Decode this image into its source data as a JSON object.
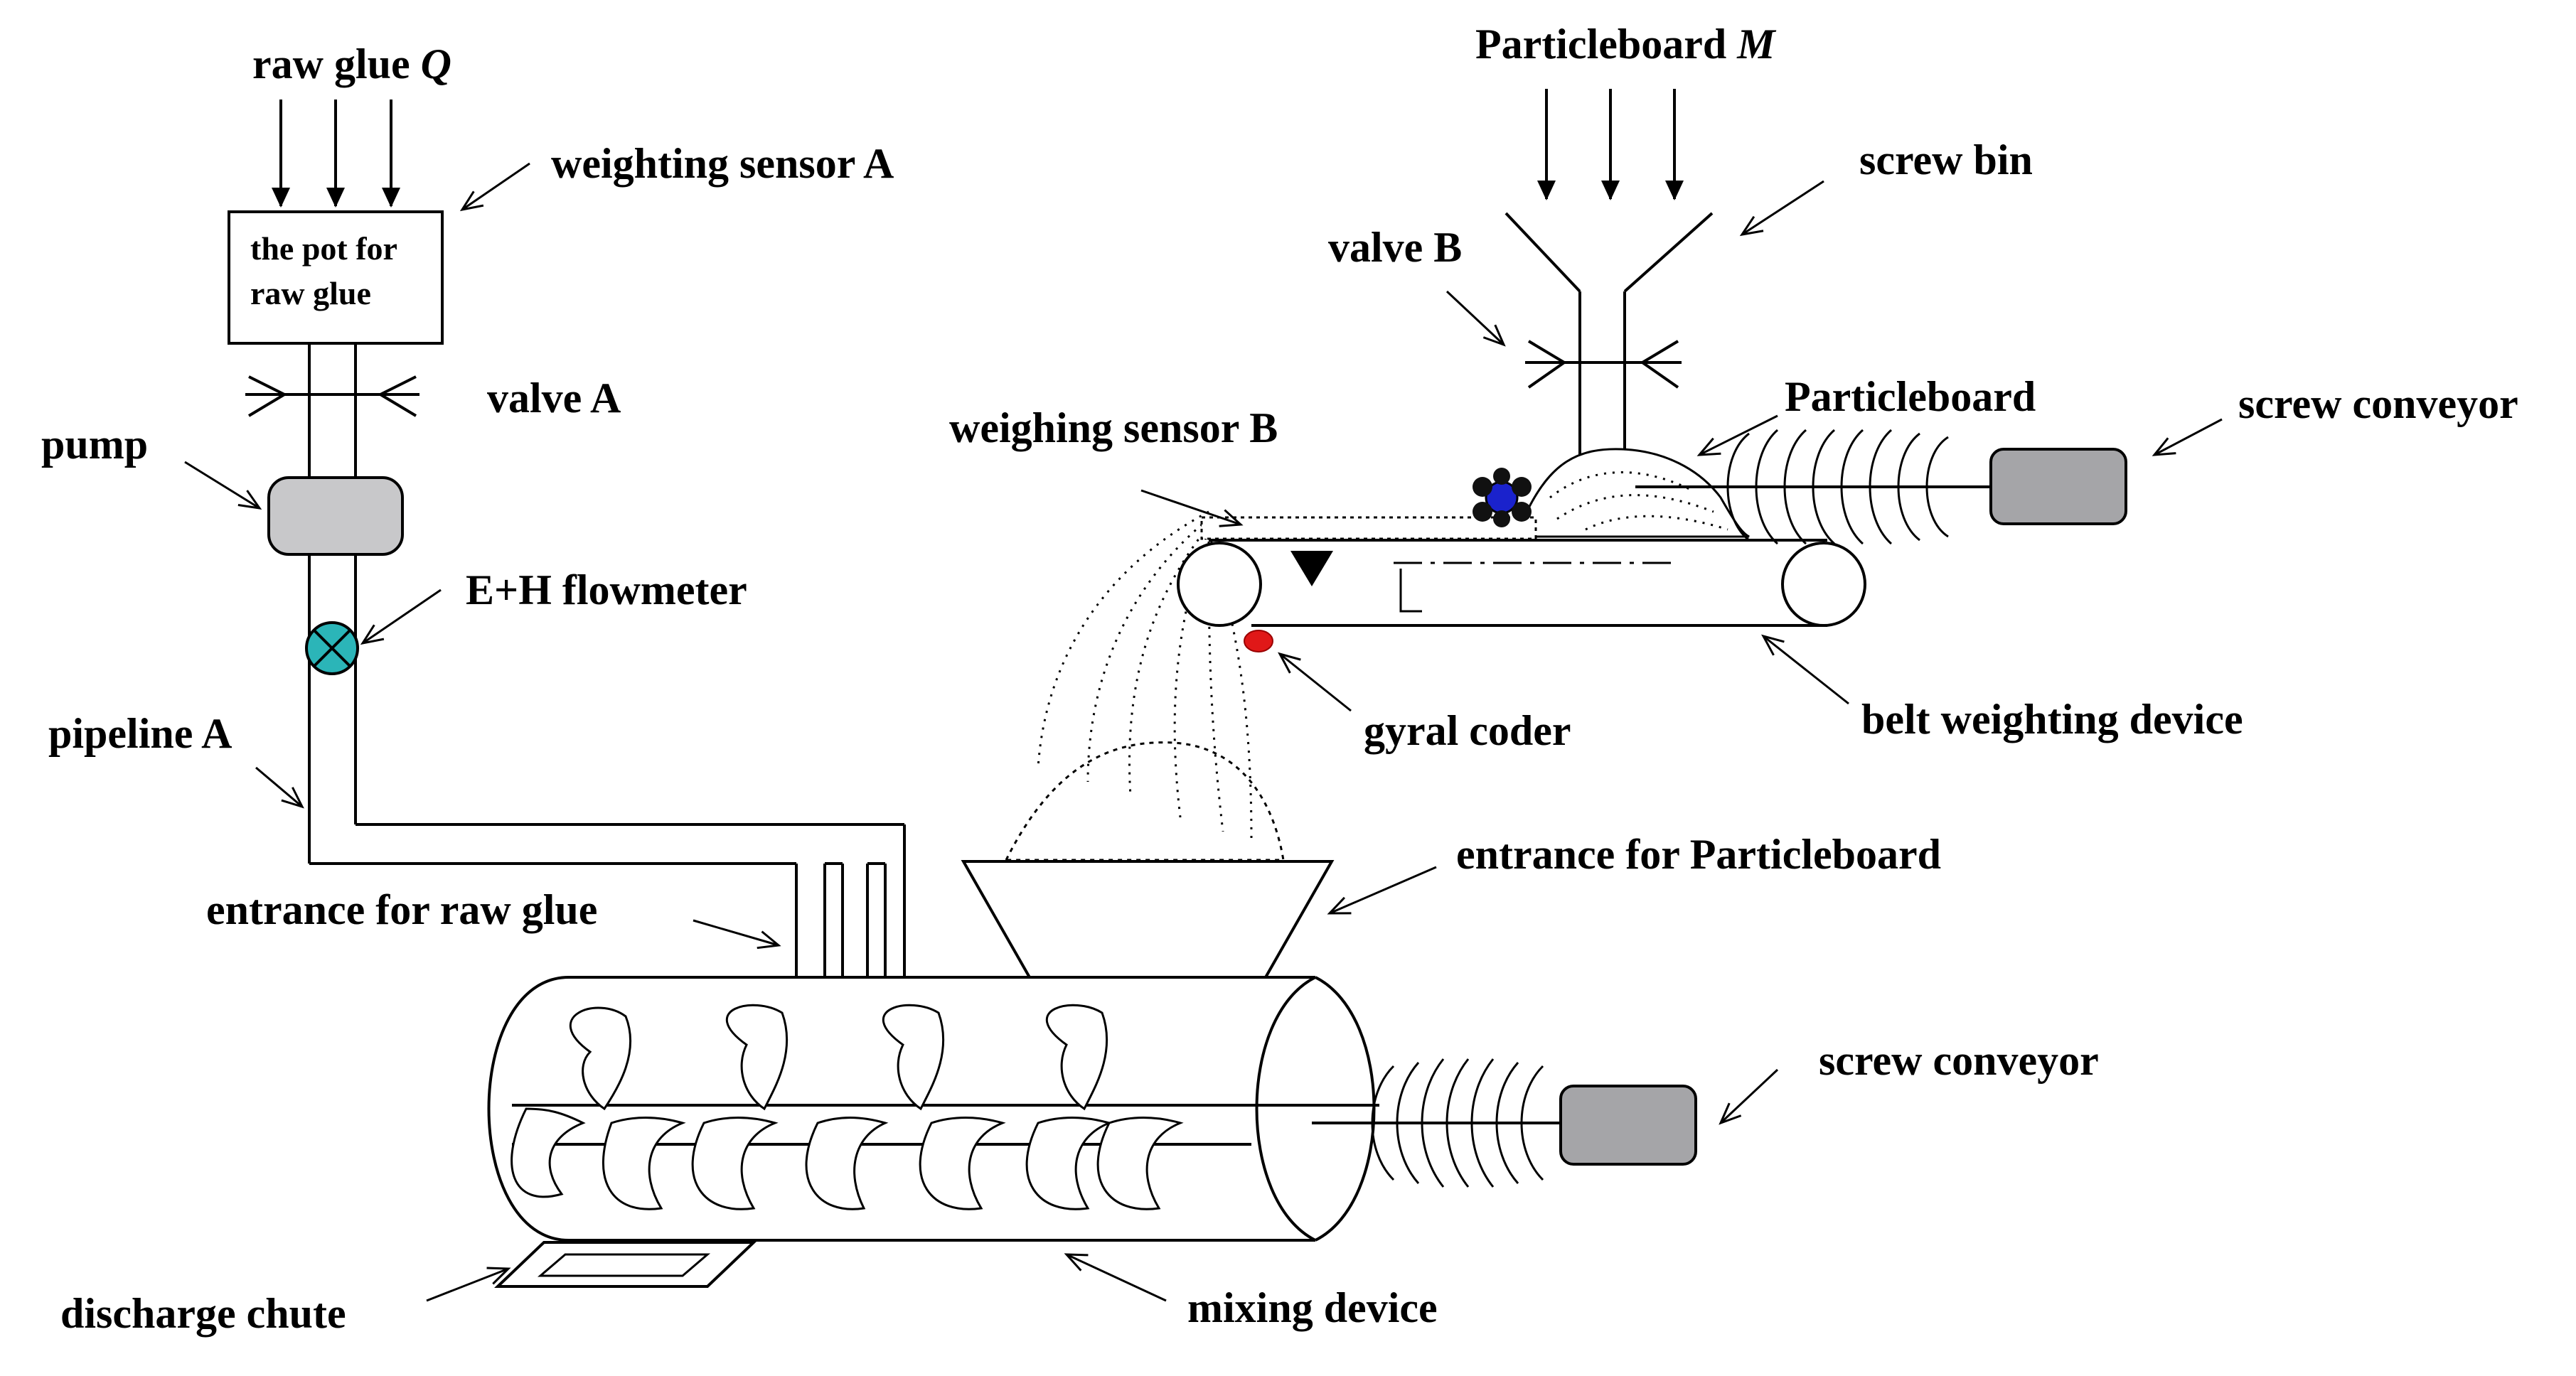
{
  "labels": {
    "raw_glue": "raw glue",
    "raw_glue_var": "Q",
    "weighting_sensor_a": "weighting sensor A",
    "pot_line1": "the pot for",
    "pot_line2": "raw glue",
    "valve_a": "valve A",
    "pump": "pump",
    "flowmeter": "E+H flowmeter",
    "pipeline_a": "pipeline A",
    "entrance_raw_glue": "entrance for raw glue",
    "discharge_chute": "discharge chute",
    "mixing_device": "mixing device",
    "screw_conveyor_bottom": "screw conveyor",
    "entrance_particleboard": "entrance for Particleboard",
    "particleboard_m": "Particleboard",
    "particleboard_m_var": "M",
    "screw_bin": "screw bin",
    "valve_b": "valve B",
    "particleboard": "Particleboard",
    "screw_conveyor_top": "screw conveyor",
    "weighing_sensor_b": "weighing sensor B",
    "gyral_coder": "gyral coder",
    "belt_weighting_device": "belt weighting device"
  },
  "colors": {
    "motor": "#a5a5a8",
    "pump": "#c8c8ca",
    "flowmeter": "#2bb5b8",
    "blue_marker": "#1a22cc",
    "gyral_coder": "#e01818"
  }
}
